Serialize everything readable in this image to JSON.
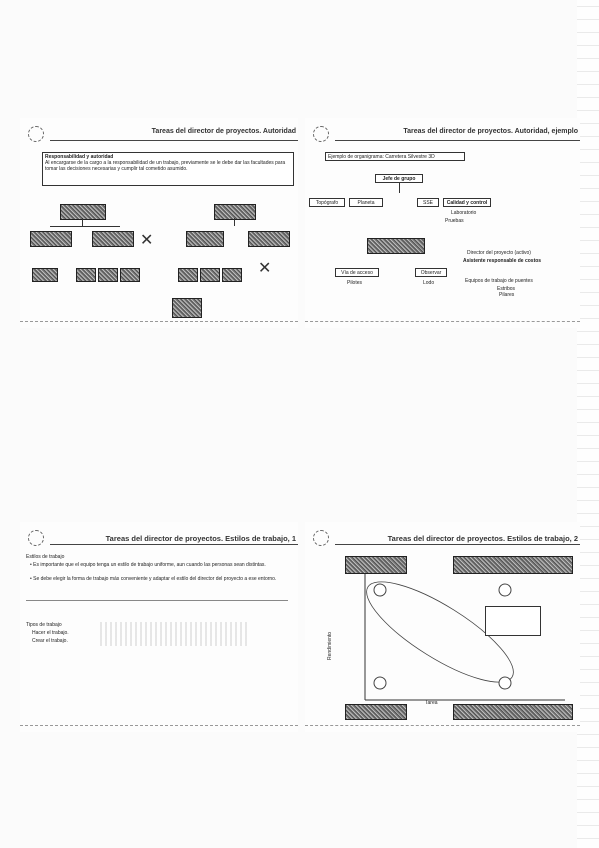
{
  "slides": [
    {
      "title": "Tareas del director de proyectos. Autoridad",
      "box_heading": "Responsabilidad y autoridad",
      "box_body": "Al encargarse de la cargo a la responsabilidad de un trabajo, previamente se le debe dar las facultades para tomar las decisiones necesarias y cumplir tal cometido asumido."
    },
    {
      "title": "Tareas del director de proyectos. Autoridad, ejemplo",
      "example_label": "Ejemplo de organigrama: Carretera Silvestre 3D",
      "org": {
        "top": "Jefe de grupo",
        "left1": "Topógrafo",
        "left2": "Planeta",
        "mid": "SSE",
        "right": "Calidad y control",
        "sub1": "Laboratorio",
        "sub2": "Pruebas",
        "bottom_left": "Vía de acceso",
        "bottom_left_sub": "Pilotes",
        "bottom_mid": "Observar",
        "bottom_mid_sub": "Lodo",
        "right_note1": "Director del proyecto (activo)",
        "right_note2": "Asistente responsable de costos",
        "right_note3": "Equipos de trabajo de puentes",
        "right_note3_sub1": "Estribos",
        "right_note3_sub2": "Pilares"
      }
    },
    {
      "title": "Tareas del director de proyectos. Estilos de trabajo, 1",
      "heading": "Estilos de trabajo",
      "bullets": [
        "Es importante que el equipo tenga un estilo de trabajo uniforme, aun cuando las personas sean distintas.",
        "Se debe elegir la forma de trabajo más conveniente y adaptar el estilo del director del proyecto a ese entorno."
      ],
      "list_heading": "Tipos de trabajo",
      "list": [
        "Hacer el trabajo.",
        "Crear el trabajo."
      ]
    },
    {
      "title": "Tareas del director de proyectos. Estilos de trabajo, 2",
      "y_label": "Rendimiento",
      "x_label": "Tarea"
    }
  ]
}
